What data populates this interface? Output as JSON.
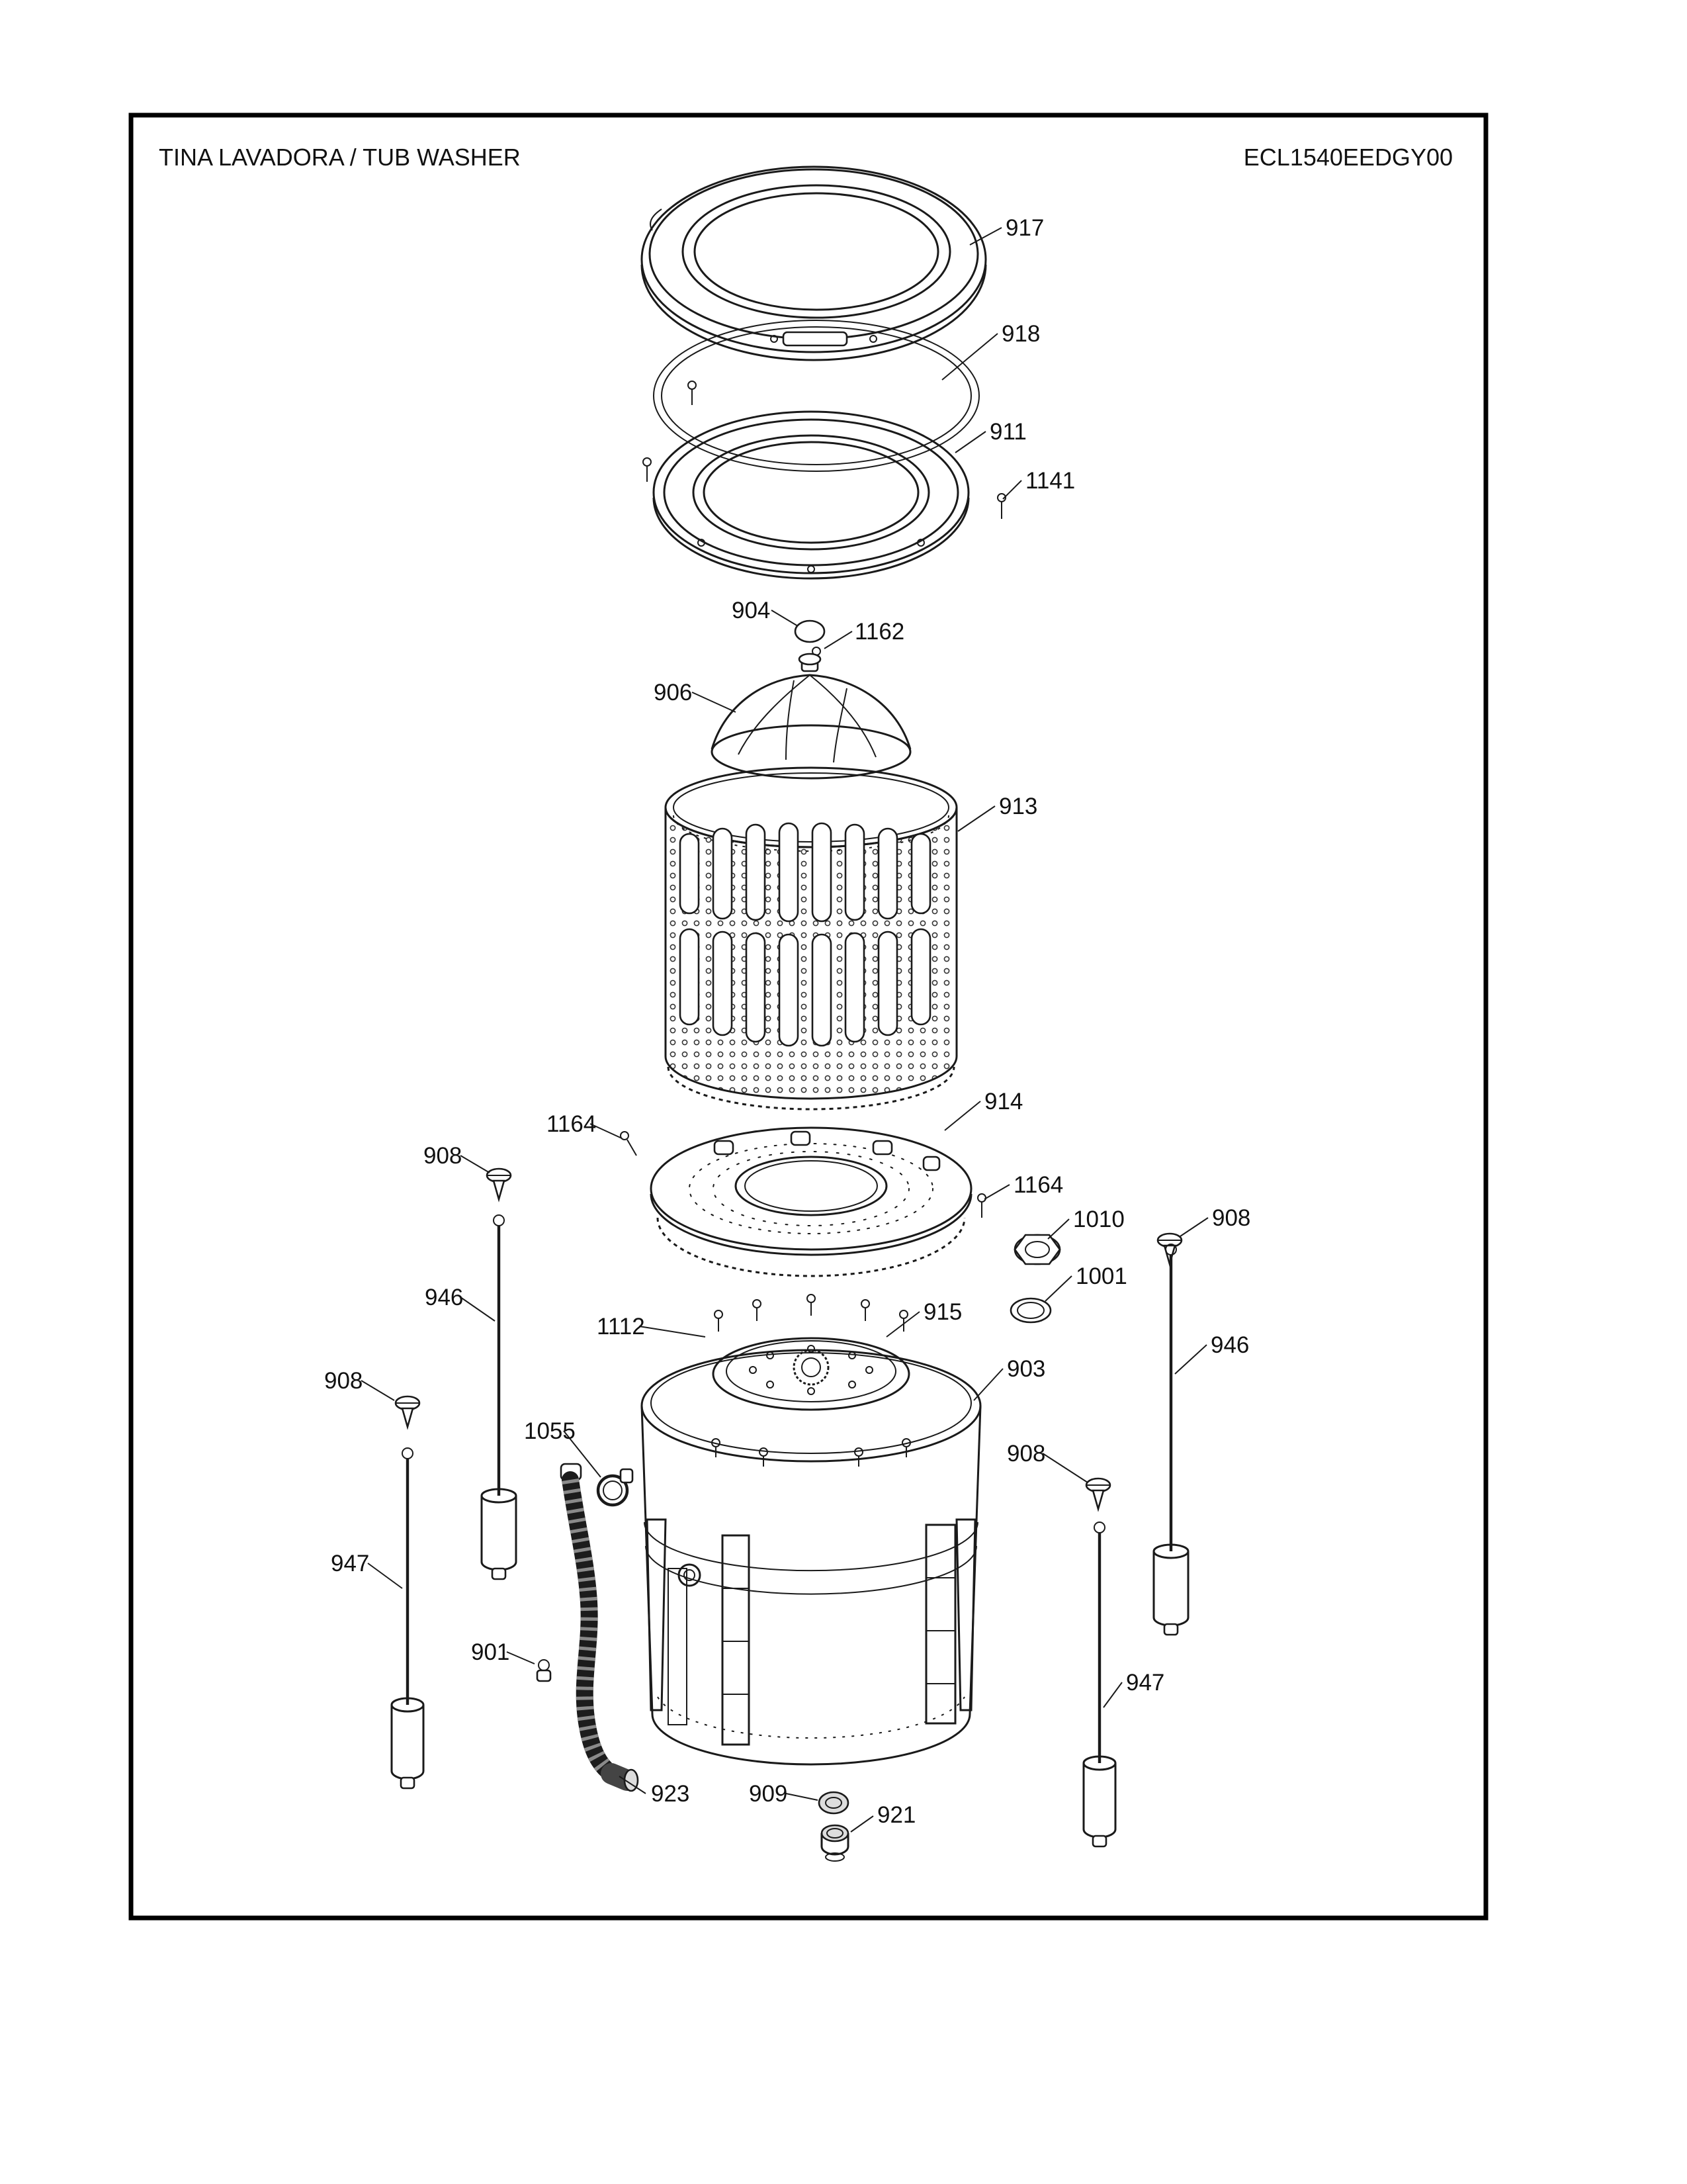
{
  "page": {
    "title": "TINA LAVADORA / TUB WASHER",
    "model": "ECL1540EEDGY00"
  },
  "labels": [
    {
      "part": "917"
    },
    {
      "part": "918"
    },
    {
      "part": "911"
    },
    {
      "part": "1141"
    },
    {
      "part": "904"
    },
    {
      "part": "1162"
    },
    {
      "part": "906"
    },
    {
      "part": "913"
    },
    {
      "part": "914"
    },
    {
      "part": "1164"
    },
    {
      "part": "908"
    },
    {
      "part": "1164"
    },
    {
      "part": "1010"
    },
    {
      "part": "908"
    },
    {
      "part": "1001"
    },
    {
      "part": "946"
    },
    {
      "part": "915"
    },
    {
      "part": "1112"
    },
    {
      "part": "903"
    },
    {
      "part": "946"
    },
    {
      "part": "908"
    },
    {
      "part": "1055"
    },
    {
      "part": "908"
    },
    {
      "part": "947"
    },
    {
      "part": "901"
    },
    {
      "part": "947"
    },
    {
      "part": "923"
    },
    {
      "part": "909"
    },
    {
      "part": "921"
    }
  ]
}
